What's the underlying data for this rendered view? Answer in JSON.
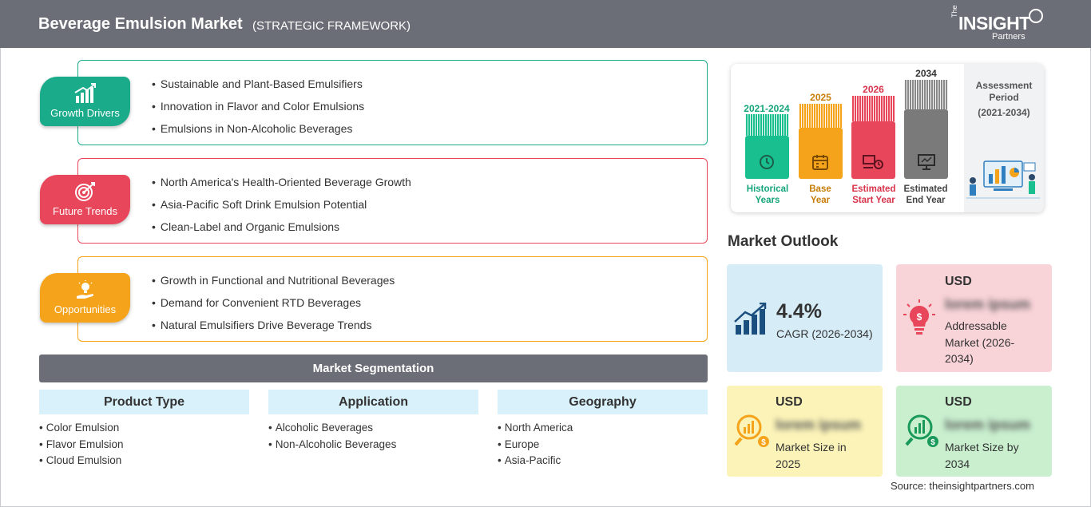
{
  "header": {
    "title": "Beverage Emulsion Market",
    "subtitle": "(STRATEGIC FRAMEWORK)",
    "logo": {
      "the": "The",
      "insight": "INSIGHT",
      "partners": "Partners"
    }
  },
  "drivers": [
    {
      "label": "Growth Drivers",
      "color": "#1aab8a",
      "items": [
        "Sustainable and Plant-Based Emulsifiers",
        "Innovation in Flavor and Color Emulsions",
        "Emulsions in Non-Alcoholic Beverages"
      ]
    },
    {
      "label": "Future Trends",
      "color": "#e8465a",
      "items": [
        "North America's Health-Oriented Beverage Growth",
        "Asia-Pacific Soft Drink Emulsion Potential",
        "Clean-Label and Organic Emulsions"
      ]
    },
    {
      "label": "Opportunities",
      "color": "#f5a31a",
      "items": [
        "Growth in Functional and Nutritional Beverages",
        "Demand for Convenient RTD Beverages",
        "Natural Emulsifiers Drive Beverage Trends"
      ]
    }
  ],
  "segmentation": {
    "title": "Market Segmentation",
    "columns": [
      {
        "head": "Product Type",
        "items": [
          "Color Emulsion",
          "Flavor Emulsion",
          "Cloud Emulsion"
        ]
      },
      {
        "head": "Application",
        "items": [
          "Alcoholic Beverages",
          "Non-Alcoholic Beverages"
        ]
      },
      {
        "head": "Geography",
        "items": [
          "North America",
          "Europe",
          "Asia-Pacific"
        ]
      }
    ]
  },
  "timeline": {
    "bars": [
      {
        "year": "2021-2024",
        "caption1": "Historical",
        "caption2": "Years",
        "color": "#1abf8f",
        "text_color": "#14a57a"
      },
      {
        "year": "2025",
        "caption1": "Base",
        "caption2": "Year",
        "color": "#f5a31a",
        "text_color": "#c77d08"
      },
      {
        "year": "2026",
        "caption1": "Estimated",
        "caption2": "Start Year",
        "color": "#e8465a",
        "text_color": "#d8334a"
      },
      {
        "year": "2034",
        "caption1": "Estimated",
        "caption2": "End Year",
        "color": "#7a7a7a",
        "text_color": "#444444"
      }
    ],
    "assessment": {
      "line1": "Assessment",
      "line2": "Period",
      "period": "(2021-2034)"
    }
  },
  "outlook": {
    "title": "Market Outlook",
    "cagr": {
      "value": "4.4%",
      "label": "CAGR (2026-2034)",
      "bg": "#d6ecf7"
    },
    "addressable": {
      "usd": "USD",
      "blurred": "lorem ipsum",
      "desc": [
        "Addressable",
        "Market (2026-",
        "2034)"
      ],
      "bg": "#f8d3d8"
    },
    "size2025": {
      "usd": "USD",
      "blurred": "lorem ipsum",
      "desc": [
        "Market Size in",
        "2025"
      ],
      "bg": "#fbf3b8"
    },
    "size2034": {
      "usd": "USD",
      "blurred": "lorem ipsum",
      "desc": [
        "Market Size by",
        "2034"
      ],
      "bg": "#c9efcf"
    }
  },
  "source": "Source: theinsightpartners.com"
}
